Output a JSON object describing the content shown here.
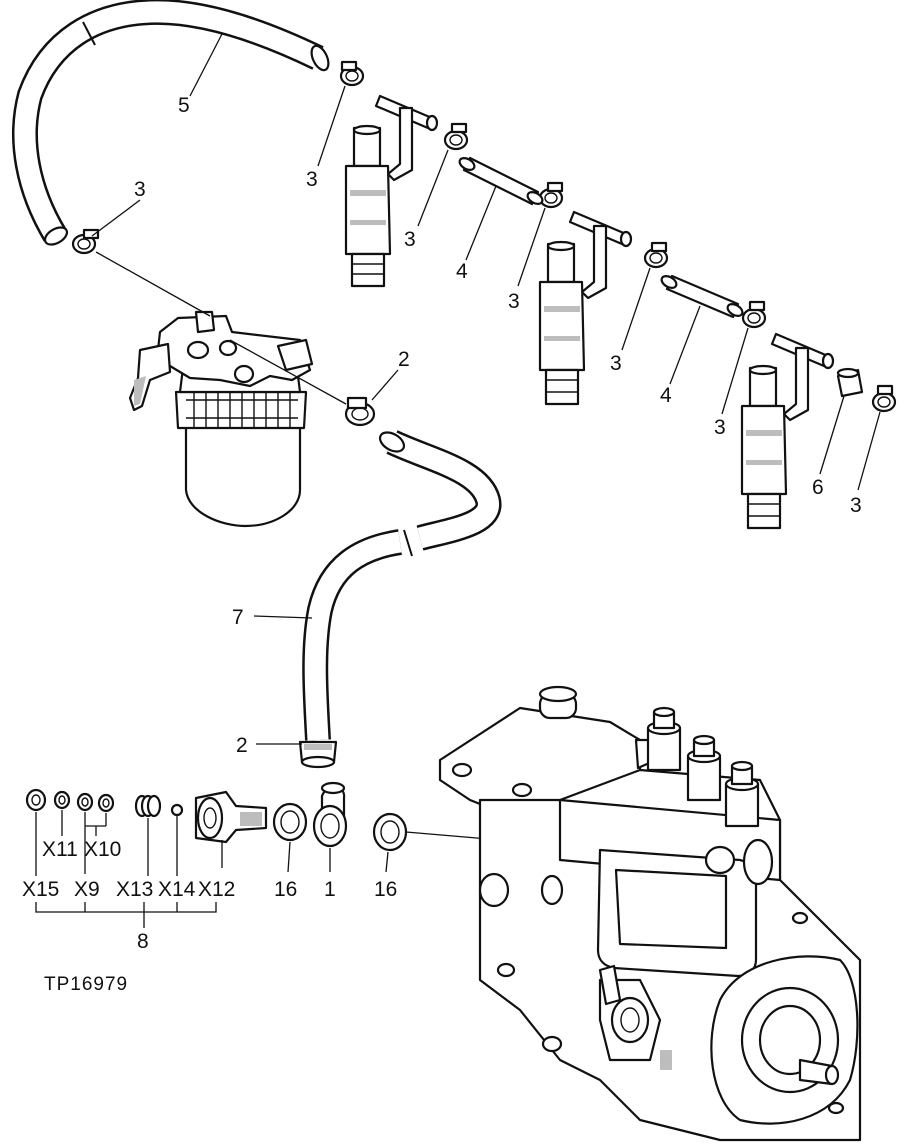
{
  "figure": {
    "reference_code": "TP16979"
  },
  "callouts": [
    {
      "id": "c5",
      "text": "5"
    },
    {
      "id": "c3a",
      "text": "3"
    },
    {
      "id": "c3b",
      "text": "3"
    },
    {
      "id": "c3c",
      "text": "3"
    },
    {
      "id": "c4a",
      "text": "4"
    },
    {
      "id": "c3d",
      "text": "3"
    },
    {
      "id": "c3e",
      "text": "3"
    },
    {
      "id": "c4b",
      "text": "4"
    },
    {
      "id": "c3f",
      "text": "3"
    },
    {
      "id": "c6",
      "text": "6"
    },
    {
      "id": "c3g",
      "text": "3"
    },
    {
      "id": "c2a",
      "text": "2"
    },
    {
      "id": "c7",
      "text": "7"
    },
    {
      "id": "c2b",
      "text": "2"
    },
    {
      "id": "c16a",
      "text": "16"
    },
    {
      "id": "c1",
      "text": "1"
    },
    {
      "id": "c16b",
      "text": "16"
    },
    {
      "id": "c8",
      "text": "8"
    }
  ],
  "kit_labels": {
    "x11": "X11",
    "x10": "X10",
    "x15": "X15",
    "x9": "X9",
    "x13": "X13",
    "x14": "X14",
    "x12": "X12"
  },
  "colors": {
    "line": "#111111",
    "background": "#ffffff",
    "shade": "#bdbdbd"
  }
}
